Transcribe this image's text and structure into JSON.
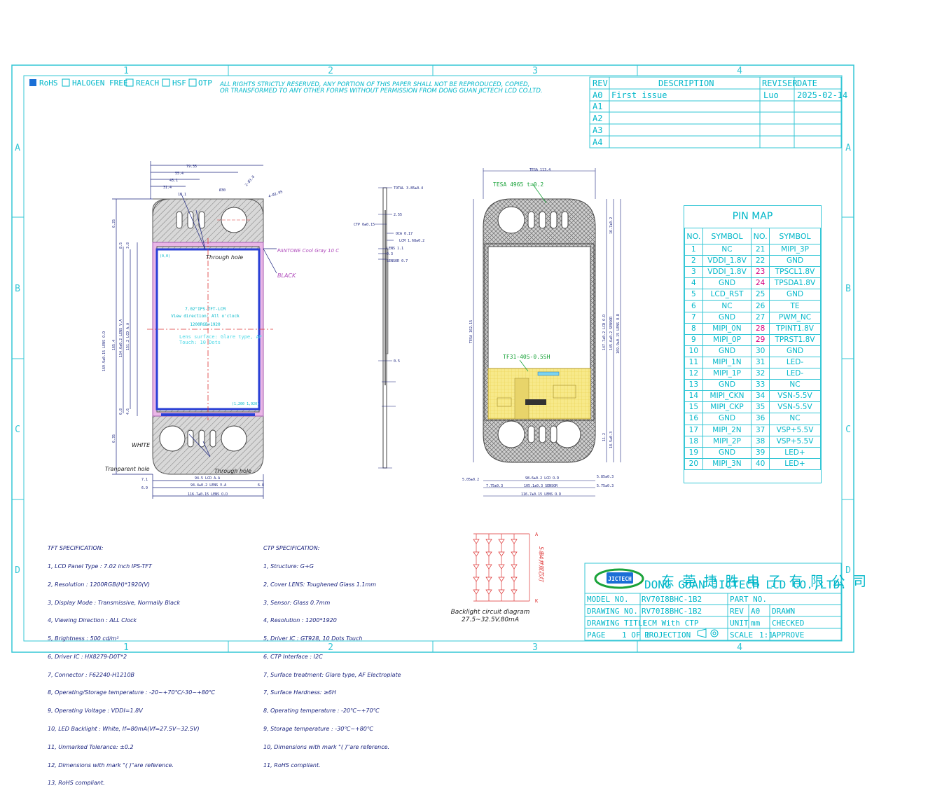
{
  "frame": {
    "col_labels": [
      "1",
      "2",
      "3",
      "4"
    ],
    "row_labels": [
      "A",
      "B",
      "C",
      "D"
    ]
  },
  "compliance": {
    "items": [
      "RoHS",
      "HALOGEN FREE",
      "REACH",
      "HSF",
      "OTP"
    ],
    "notice_line1": "ALL RIGHTS STRICTLY RESERVED, ANY PORTION OF THIS PAPER SHALL NOT BE REPRODUCED, COPIED,",
    "notice_line2": "OR TRANSFORMED TO ANY OTHER FORMS WITHOUT PERMISSION FROM DONG GUAN JICTECH LCD CO.LTD."
  },
  "revision_table": {
    "headers": [
      "REV",
      "DESCRIPTION",
      "REVISER",
      "DATE"
    ],
    "rows": [
      {
        "rev": "A0",
        "desc": "First issue",
        "reviser": "Luo",
        "date": "2025-02-14"
      },
      {
        "rev": "A1",
        "desc": "",
        "reviser": "",
        "date": ""
      },
      {
        "rev": "A2",
        "desc": "",
        "reviser": "",
        "date": ""
      },
      {
        "rev": "A3",
        "desc": "",
        "reviser": "",
        "date": ""
      },
      {
        "rev": "A4",
        "desc": "",
        "reviser": "",
        "date": ""
      }
    ]
  },
  "front_view": {
    "dims_top": [
      "79.35",
      "55.4",
      "43.1",
      "31.4",
      "16.1",
      "Ø30",
      "2-Ø3.0",
      "4-Ø2.05"
    ],
    "dims_left": [
      "6.25",
      "8.5",
      "3.8",
      "169.9±0.15 LENS O.D",
      "165.4",
      "154.6±0.2 LENS V.A",
      "151.2 LCD A.A",
      "6.8",
      "4.6",
      "6.35"
    ],
    "dims_bottom": [
      "94.5 LCD A.A",
      "94.4±0.2 LENS V.A",
      "7.1",
      "6.9",
      "6.8",
      "116.7±0.15 LENS O.D"
    ],
    "label_through_hole_top": "Through hole",
    "label_through_hole_bottom": "Through hole",
    "label_pantone": "PANTONE Cool Gray 10 C",
    "label_black": "BLACK",
    "label_white": "WHITE",
    "label_transparent": "Tranparent hole",
    "label_origin": "(0,0)",
    "label_end": "(1,200 1,920)",
    "center_title": "7.02\"IPS-TFT-LCM",
    "center_view": "View direction: All o'clock",
    "center_res": "1200RGB×1920",
    "center_lens": "Lens surface: Glare type, AF",
    "center_touch": "Touch: 10 Dots"
  },
  "side_view": {
    "dims": [
      "TOTAL 3.85±0.4",
      "2.55",
      "CTP 0±0.15",
      "OCA 0.17",
      "LCM 1.68±0.2",
      "LENS 1.1",
      "0.3",
      "SENSOR 0.7",
      "0.5"
    ]
  },
  "back_view": {
    "top_dim": "TESA 113.4",
    "tesa_label": "TESA 4965 t=0.2",
    "fpc_label": "TF31-40S-0.5SH",
    "side_dim": "TESA 162.15",
    "dims_right": [
      "147.7±0.2 LCD O.D",
      "145.6±0.2 SENSOR",
      "169.9±0.15 LENS O.D",
      "16.7±0.2",
      "11.2",
      "18.5±0.3"
    ],
    "dims_bottom": [
      "5.05±0.2",
      "98.6±0.2 LCD O.D",
      "5.85±0.3",
      "7.75±0.3",
      "105.1±0.3 SENSOR",
      "5.75±0.3",
      "116.7±0.15 LENS O.D"
    ]
  },
  "pin_map": {
    "title": "PIN MAP",
    "headers": [
      "NO.",
      "SYMBOL",
      "NO.",
      "SYMBOL"
    ],
    "rows": [
      [
        "1",
        "NC",
        "21",
        "MIPI_3P"
      ],
      [
        "2",
        "VDDI_1.8V",
        "22",
        "GND"
      ],
      [
        "3",
        "VDDI_1.8V",
        "23",
        "TPSCL1.8V"
      ],
      [
        "4",
        "GND",
        "24",
        "TPSDA1.8V"
      ],
      [
        "5",
        "LCD_RST",
        "25",
        "GND"
      ],
      [
        "6",
        "NC",
        "26",
        "TE"
      ],
      [
        "7",
        "GND",
        "27",
        "PWM_NC"
      ],
      [
        "8",
        "MIPI_0N",
        "28",
        "TPINT1.8V"
      ],
      [
        "9",
        "MIPI_0P",
        "29",
        "TPRST1.8V"
      ],
      [
        "10",
        "GND",
        "30",
        "GND"
      ],
      [
        "11",
        "MIPI_1N",
        "31",
        "LED-"
      ],
      [
        "12",
        "MIPI_1P",
        "32",
        "LED-"
      ],
      [
        "13",
        "GND",
        "33",
        "NC"
      ],
      [
        "14",
        "MIPI_CKN",
        "34",
        "VSN-5.5V"
      ],
      [
        "15",
        "MIPI_CKP",
        "35",
        "VSN-5.5V"
      ],
      [
        "16",
        "GND",
        "36",
        "NC"
      ],
      [
        "17",
        "MIPI_2N",
        "37",
        "VSP+5.5V"
      ],
      [
        "18",
        "MIPI_2P",
        "38",
        "VSP+5.5V"
      ],
      [
        "19",
        "GND",
        "39",
        "LED+"
      ],
      [
        "20",
        "MIPI_3N",
        "40",
        "LED+"
      ]
    ],
    "highlight_pins": [
      "23",
      "24",
      "28",
      "29"
    ]
  },
  "tft_spec": {
    "title": "TFT SPECIFICATION:",
    "lines": [
      "1, LCD Panel Type : 7.02 inch IPS-TFT",
      "2, Resolution : 1200RGB(H)*1920(V)",
      "3, Display Mode : Transmissive, Normally Black",
      "4, Viewing Direction : ALL Clock",
      "5, Brightness : 500 cd/m²",
      "6, Driver IC : HX8279-D0T*2",
      "7, Connector : F62240-H1210B",
      "8, Operating/Storage temperature : -20~+70℃/-30~+80℃",
      "9, Operating Voltage : VDDI=1.8V",
      "10, LED Backlight : White, If=80mA(Vf=27.5V~32.5V)",
      "11, Unmarked Tolerance: ±0.2",
      "12, Dimensions with mark \"( )\"are reference.",
      "13, RoHS compliant."
    ]
  },
  "ctp_spec": {
    "title": "CTP SPECIFICATION:",
    "lines": [
      "1, Structure: G+G",
      "2, Cover LENS: Toughened Glass 1.1mm",
      "3, Sensor: Glass 0.7mm",
      "4, Resolution : 1200*1920",
      "5, Driver IC : GT928, 10 Dots Touch",
      "6, CTP Interface : I2C",
      "7, Surface treatment: Glare type, AF Electroplate",
      "7, Surface Hardness: ≥6H",
      "8, Operating temperature : -20℃~+70℃",
      "9, Storage temperature : -30℃~+80℃",
      "10, Dimensions with mark \"( )\"are reference.",
      "11, RoHS compliant."
    ]
  },
  "backlight": {
    "caption1": "Backlight circuit diagram",
    "caption2": "27.5~32.5V,80mA",
    "vertical_note": "5串4并双芯灯",
    "anode": "A",
    "cathode": "K"
  },
  "title_block": {
    "logo_text": "JICTECH",
    "company_cn": "东 莞 捷 胜 电 子 有 限 公 司",
    "company_en": "DONG GUAN JICTECH LCD CO.,LTD.",
    "model_label": "MODEL NO.",
    "model_value": "RV70I8BHC-1B2",
    "part_label": "PART NO.",
    "drawing_label": "DRAWING NO.",
    "drawing_value": "RV70I8BHC-1B2",
    "rev_label": "REV",
    "rev_value": "A0",
    "drawn_label": "DRAWN",
    "title_label": "DRAWING TITLE",
    "title_value": "LCM With CTP",
    "unit_label": "UNIT",
    "unit_value": "mm",
    "checked_label": "CHECKED",
    "page_label": "PAGE",
    "page_value": "1 OF 1",
    "projection_label": "PROJECTION",
    "scale_label": "SCALE",
    "scale_value": "1:1",
    "approve_label": "APPROVE"
  },
  "colors": {
    "frame": "#35c7d6",
    "dim": "#1a237e",
    "pcb": "#f7e98a",
    "hatch": "#6e6e6e",
    "lcd_border": "#2a3fd6",
    "accent_green": "#1aa33a",
    "magenta": "#d6007f"
  }
}
